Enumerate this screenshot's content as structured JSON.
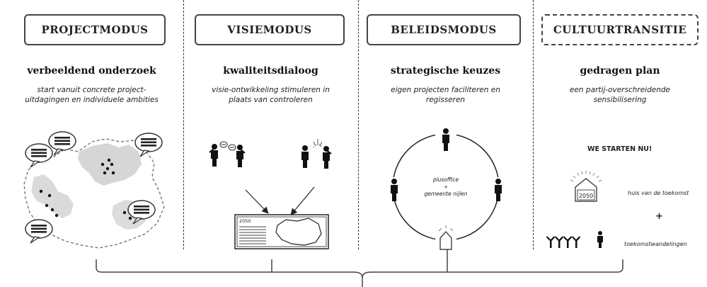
{
  "columns": [
    {
      "mode": "PROJECTMODUS",
      "heading": "verbeeldend onderzoek",
      "description": "start vanuit concrete project-uitdagingen en individuele ambities"
    },
    {
      "mode": "VISIEMODUS",
      "heading": "kwaliteitsdialoog",
      "description": "visie-ontwikkeling stimuleren in plaats van controleren",
      "doc_year": "2050"
    },
    {
      "mode": "BELEIDSMODUS",
      "heading": "strategische keuzes",
      "description": "eigen projecten faciliteren en regisseren",
      "center_line1": "plusoffice",
      "center_line2": "+",
      "center_line3": "gemeente nijlen"
    },
    {
      "mode": "CULTUURTRANSITIE",
      "heading": "gedragen plan",
      "description": "een partij-overschreidende sensibilisering",
      "start_text": "WE STARTEN NU!",
      "house_year": "2050",
      "house_label": "huis van de toekomst",
      "plus": "+",
      "walk_label": "toekomstwandelingen"
    }
  ],
  "icons": [
    "speech-bubble-icon",
    "person-icon",
    "house-icon",
    "document-map-icon",
    "people-group-icon"
  ]
}
